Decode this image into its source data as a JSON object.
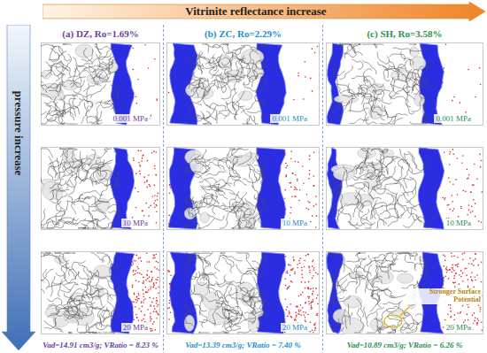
{
  "diagram": {
    "nodes": [
      {
        "text": [
          "Vitrinite reflectance increase"
        ]
      },
      {
        "text": [
          "pressure increase"
        ]
      },
      {
        "text": [
          "(a) DZ, Ro=1.69%",
          "Vad=14.91 cm3/g; VRatio = 8.23 %"
        ]
      },
      {
        "text": [
          "0.001 MPa"
        ],
        "in": 2
      },
      {
        "text": [
          "10 MPa"
        ],
        "in": 2
      },
      {
        "text": [
          "20 MPa"
        ],
        "in": 2
      },
      {
        "text": [
          "(b) ZC, Ro=2.29%",
          "Vad=13.39 cm3/g; VRatio = 7.40 %"
        ]
      },
      {
        "text": [
          "0.001 MPa"
        ],
        "in": 6
      },
      {
        "text": [
          "10 MPa"
        ],
        "in": 6
      },
      {
        "text": [
          "20 MPa"
        ],
        "in": 6
      },
      {
        "text": [
          "(c) SH, Ro=3.58%",
          "Vad=10.89 cm3/g; VRatio = 6.26 %"
        ]
      },
      {
        "text": [
          "0.001 MPa"
        ],
        "in": 10
      },
      {
        "text": [
          "10 MPa"
        ],
        "in": 10
      },
      {
        "text": [
          "20 MPa"
        ],
        "in": 10
      }
    ],
    "labels": [
      "Stronger Surface Potential"
    ]
  }
}
